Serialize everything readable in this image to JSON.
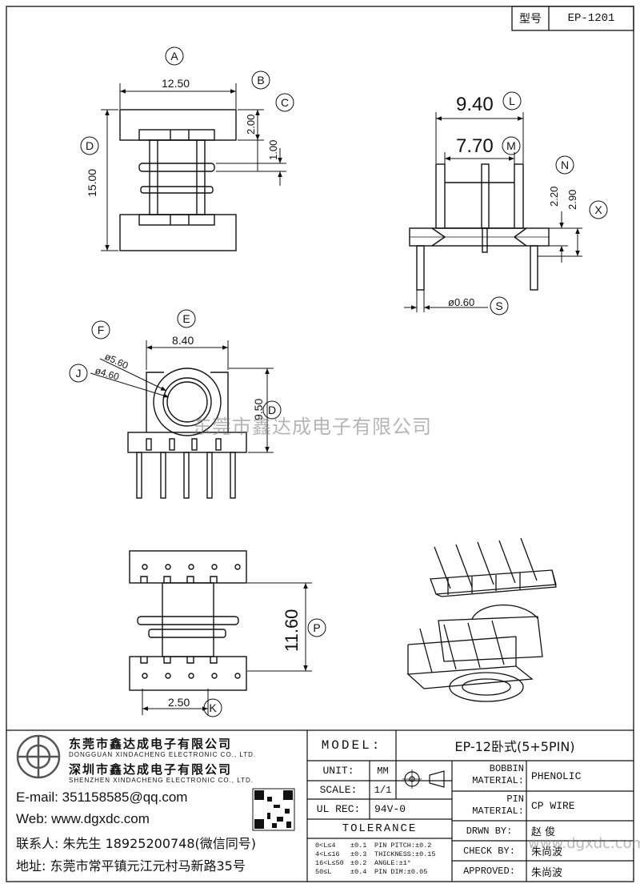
{
  "model_tag": {
    "label": "型号",
    "value": "EP-1201"
  },
  "dims": {
    "a": "12.50",
    "b": "2.00",
    "c": "1.00",
    "d": "15.00",
    "l": "9.40",
    "m": "7.70",
    "n": "2.20",
    "x": "2.90",
    "s": "ø0.60",
    "e": "8.40",
    "f": "ø5.60",
    "j": "ø4.60",
    "o": "9.50",
    "p": "11.60",
    "k": "2.50"
  },
  "markers": {
    "a": "A",
    "b": "B",
    "c": "C",
    "d": "D",
    "l": "L",
    "m": "M",
    "n": "N",
    "x": "X",
    "s": "S",
    "e": "E",
    "f": "F",
    "j": "J",
    "o": "D",
    "p": "P",
    "k": "K"
  },
  "company": {
    "name_cn_1": "东莞市鑫达成电子有限公司",
    "name_en_1": "DONGGUAN XINDACHENG ELECTRONIC CO., LTD.",
    "name_cn_2": "深圳市鑫达成电子有限公司",
    "name_en_2": "SHENZHEN XINDACHENG ELECTRONIC CO., LTD.",
    "email": "E-mail: 351158585@qq.com",
    "web": "Web: www.dgxdc.com",
    "contact": "联系人: 朱先生 18925200748(微信同号)",
    "address": "地址: 东莞市常平镇元江元村马新路35号"
  },
  "watermark": "东莞市鑫达成电子有限公司",
  "watermark2": "www.dgxdc.com",
  "title_block": {
    "model_label": "MODEL:",
    "model_value": "EP-12卧式(5+5PIN)",
    "unit_label": "UNIT:",
    "unit_value": "MM",
    "scale_label": "SCALE:",
    "scale_value": "1/1",
    "ulrec_label": "UL REC:",
    "ulrec_value": "94V-0",
    "tolerance_label": "TOLERANCE",
    "tol_lines": [
      [
        "0<L≤4",
        "±0.1",
        "PIN PITCH:±0.2"
      ],
      [
        "4<L≤16",
        "±0.3",
        "THICKNESS:±0.15"
      ],
      [
        "16<L≤50",
        "±0.2",
        "ANGLE:±1°"
      ],
      [
        "50≤L",
        "±0.4",
        "PIN DIM:±0.05"
      ]
    ],
    "bobbin_label_1": "BOBBIN",
    "bobbin_label_2": "MATERIAL:",
    "bobbin_value": "PHENOLIC",
    "pin_label_1": "PIN",
    "pin_label_2": "MATERIAL:",
    "pin_value": "CP WIRE",
    "drawn_label": "DRWN BY:",
    "drawn_value": "赵 俊",
    "check_label": "CHECK BY:",
    "check_value": "朱尚波",
    "approved_label": "APPROVED:",
    "approved_value": "朱尚波"
  }
}
